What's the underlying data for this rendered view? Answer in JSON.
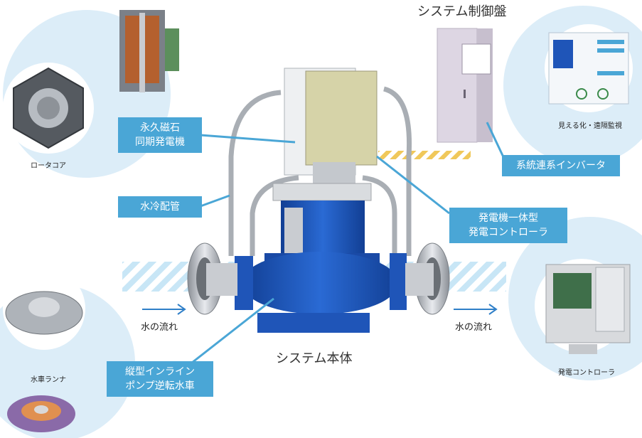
{
  "titles": {
    "control_panel": "システム制御盤",
    "system_body": "システム本体"
  },
  "callouts": {
    "generator": "永久磁石\n同期発電機",
    "cooling": "水冷配管",
    "inverter": "系統連系インバータ",
    "controller": "発電機一体型\n発電コントローラ",
    "turbine": "縦型インライン\nポンプ逆転水車"
  },
  "captions": {
    "rotor_core": "ロータコア",
    "monitoring": "見える化・遠隔監視",
    "runner": "水車ランナ",
    "controller_unit": "発電コントローラ"
  },
  "flow_labels": {
    "left": "水の流れ",
    "right": "水の流れ"
  },
  "colors": {
    "callout_bg": "#4aa6d6",
    "bubble_bg": "#dcedf8",
    "pump_blue": "#1f55b8",
    "panel_gray": "#ddd6e3",
    "flow_arrow": "#2f7fc8"
  },
  "icons": [
    "rotor-core-image",
    "generator-cutaway-image",
    "monitoring-screen-image",
    "runner-image",
    "controller-unit-image"
  ]
}
